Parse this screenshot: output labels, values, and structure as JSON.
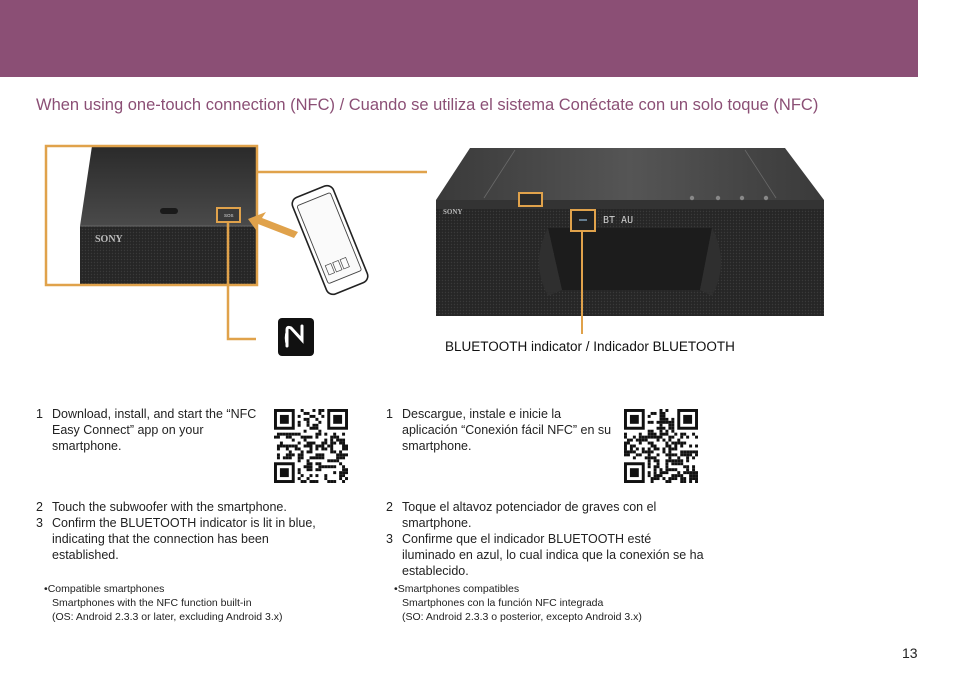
{
  "page": {
    "title": "When using one-touch connection (NFC) / Cuando se utiliza el sistema Conéctate con un solo toque (NFC)",
    "page_number": "13"
  },
  "figure": {
    "brand_left": "SONY",
    "brand_right": "SONY",
    "nfc_mark_label": "SOS",
    "display_text": "BT AU",
    "indicator_caption": "BLUETOOTH indicator / Indicador BLUETOOTH",
    "accent_color": "#e0a24b",
    "banner_color": "#8b4f75"
  },
  "english": {
    "step1": {
      "num": "1",
      "text": "Download, install, and start the “NFC Easy Connect” app on your smartphone."
    },
    "step2": {
      "num": "2",
      "text": "Touch the subwoofer with the smartphone."
    },
    "step3": {
      "num": "3",
      "text": "Confirm the BLUETOOTH indicator is lit in blue, indicating that the connection has been established."
    },
    "note": {
      "heading": "Compatible smartphones",
      "line1": "Smartphones with the NFC function built-in",
      "line2": "(OS: Android 2.3.3 or later, excluding Android 3.x)"
    }
  },
  "spanish": {
    "step1": {
      "num": "1",
      "text": "Descargue, instale e inicie la aplicación “Conexión fácil NFC” en su smartphone."
    },
    "step2": {
      "num": "2",
      "text": "Toque el altavoz potenciador de graves con el smartphone."
    },
    "step3": {
      "num": "3",
      "text": "Confirme que el indicador BLUETOOTH esté iluminado en azul, lo cual indica que la conexión se ha establecido."
    },
    "note": {
      "heading": "Smartphones compatibles",
      "line1": "Smartphones con la función NFC integrada",
      "line2": "(SO: Android 2.3.3 o posterior, excepto Android 3.x)"
    }
  }
}
